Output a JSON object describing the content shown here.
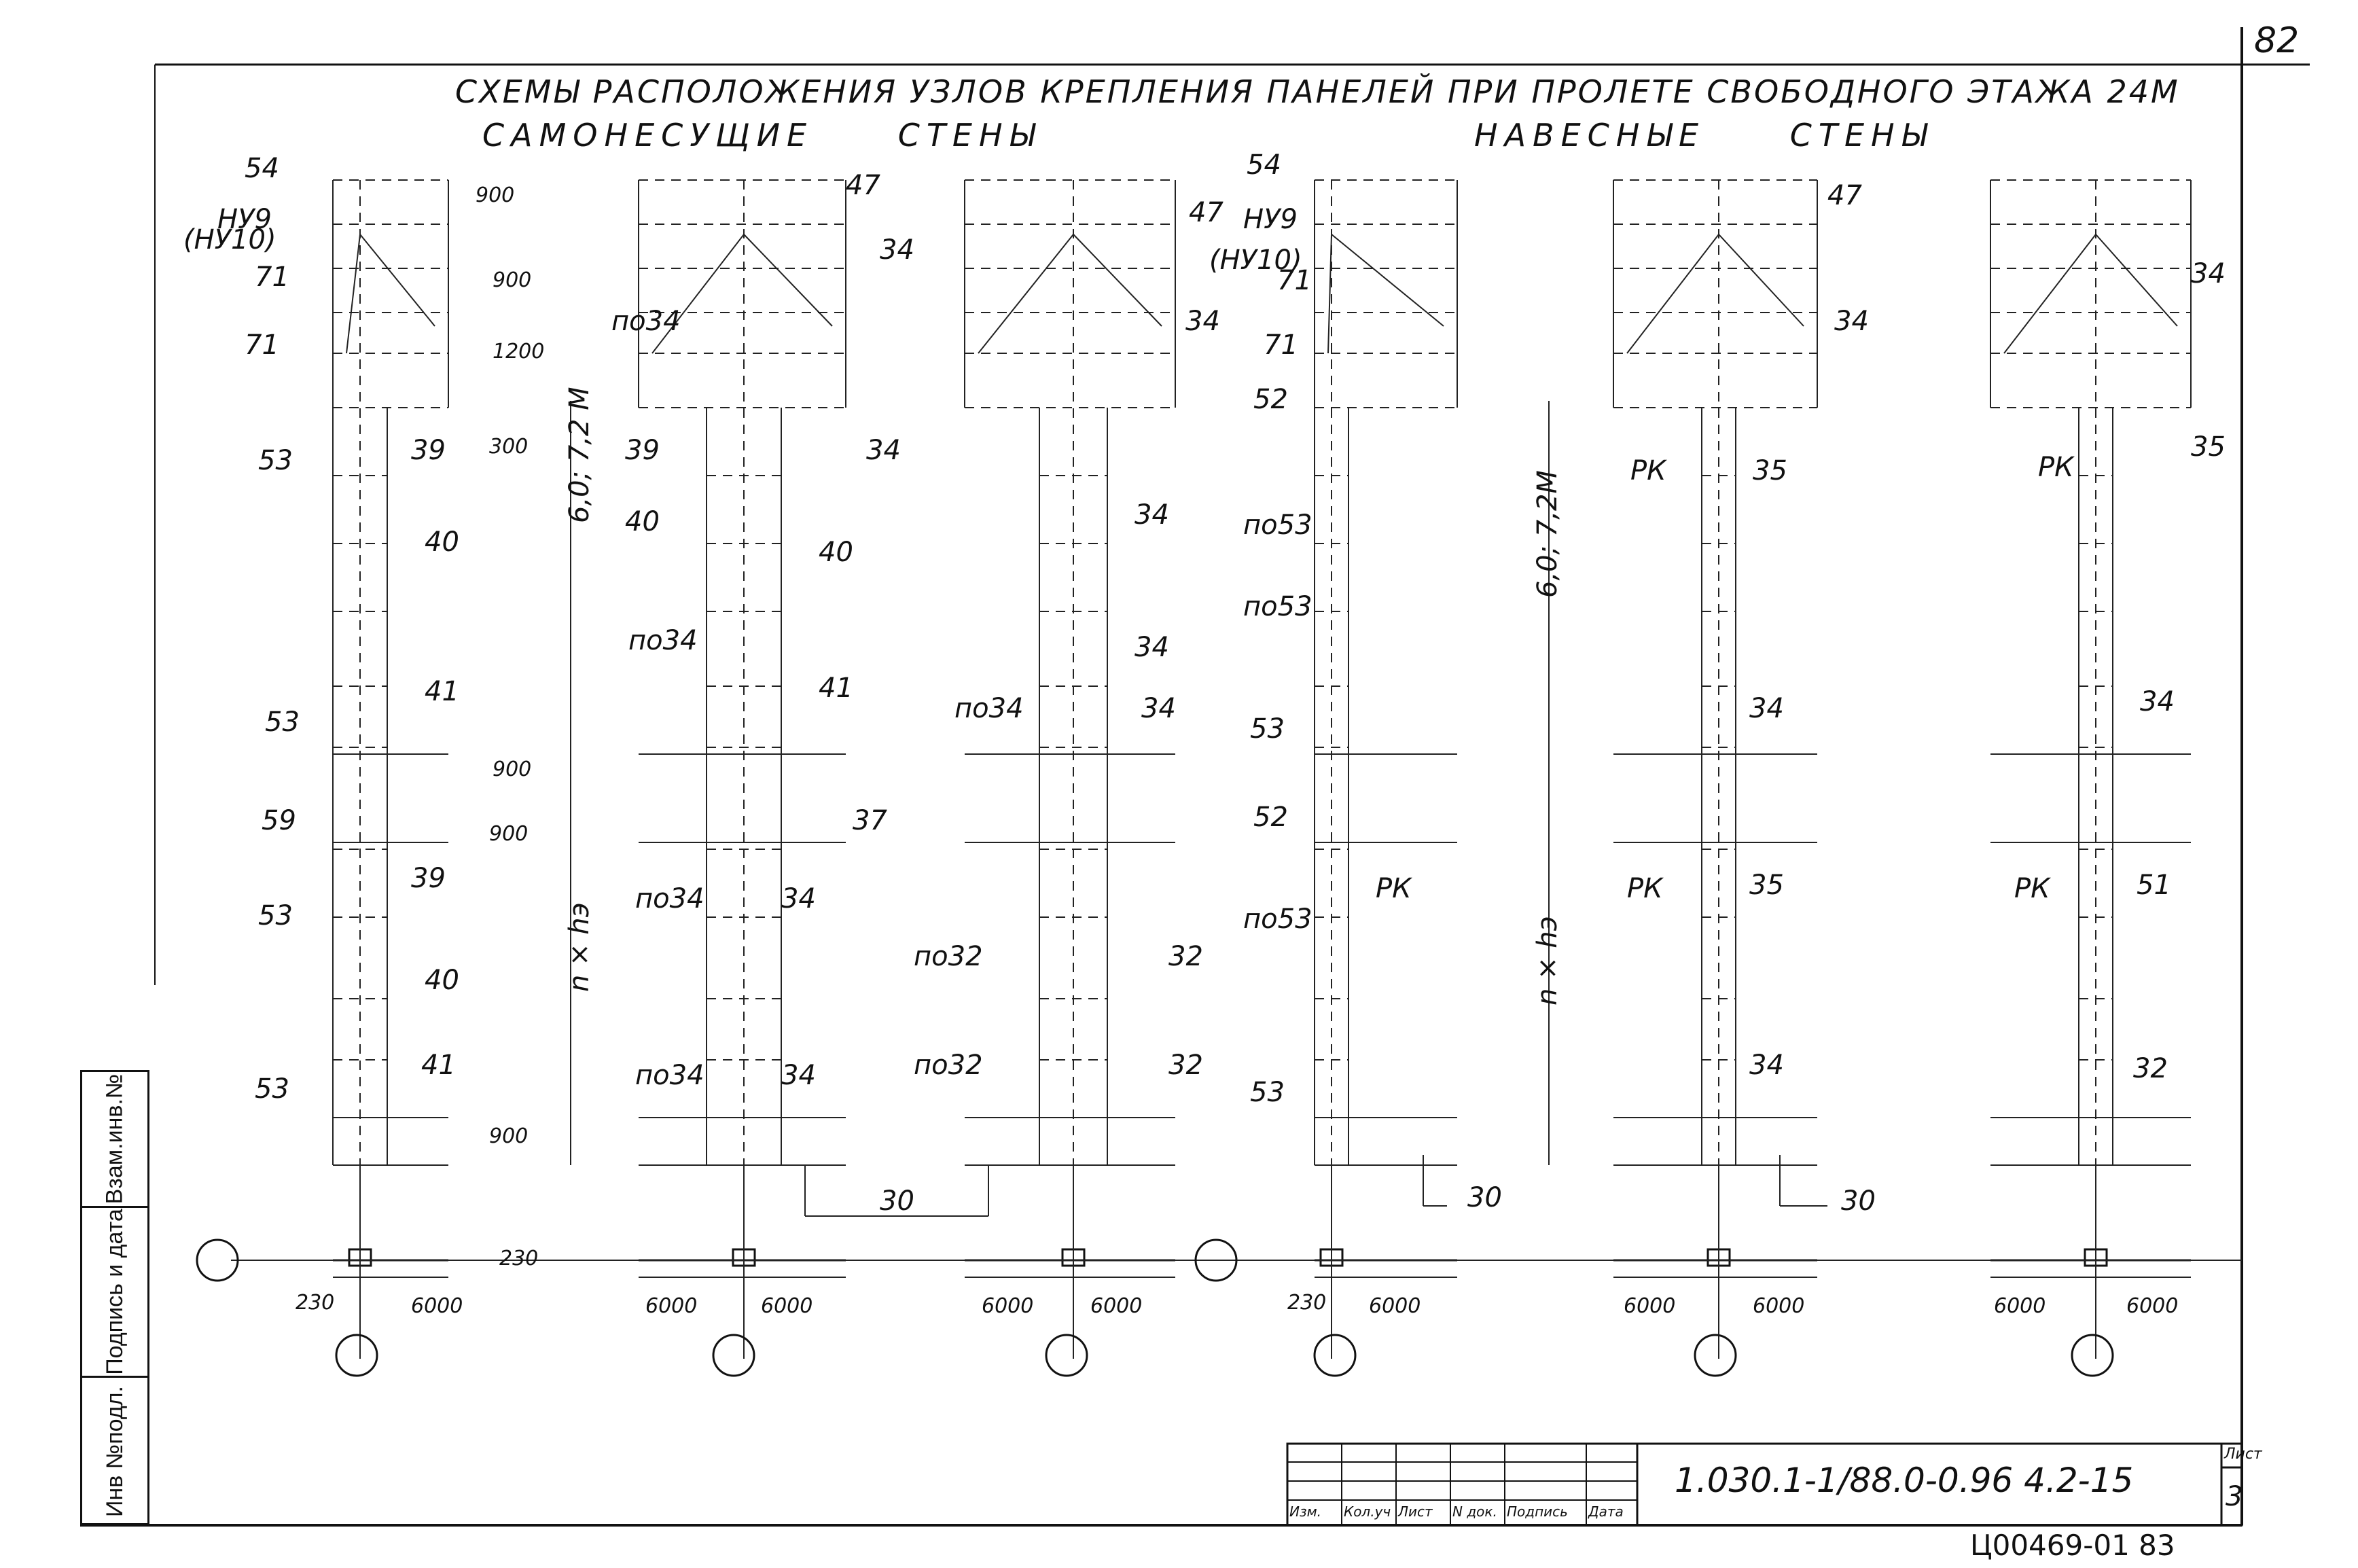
{
  "sheet": {
    "page_number": "82",
    "title": "СХЕМЫ РАСПОЛОЖЕНИЯ УЗЛОВ КРЕПЛЕНИЯ ПАНЕЛЕЙ ПРИ ПРОЛЕТЕ СВОБОДНОГО ЭТАЖА 24М",
    "subtitle_left": "САМОНЕСУЩИЕ СТЕНЫ",
    "subtitle_right": "НАВЕСНЫЕ СТЕНЫ"
  },
  "labels": {
    "nu9": "НУ9",
    "nu10": "(НУ10)",
    "n54": "54",
    "n71": "71",
    "n53": "53",
    "n59": "59",
    "n52": "52",
    "n47": "47",
    "n34": "34",
    "n39": "39",
    "n40": "40",
    "n41": "41",
    "n37": "37",
    "n30": "30",
    "n32": "32",
    "n35": "35",
    "n51": "51",
    "po34": "по34",
    "po32": "по32",
    "po53": "по53",
    "rk": "РК",
    "dim_900": "900",
    "dim_1200": "1200",
    "dim_300": "300",
    "dim_230": "230",
    "dim_6000": "6000",
    "dim_height_1": "6,0; 7,2 М",
    "dim_height_2": "6,0; 7,2М",
    "dim_nhe": "n × hэ"
  },
  "stamp": {
    "designation": "1.030.1-1/88.0-0.96 4.2-15",
    "sheet_label": "Лист",
    "sheet_value": "3",
    "columns": [
      "Изм.",
      "Кол.уч",
      "Лист",
      "N док.",
      "Подпись",
      "Дата"
    ]
  },
  "side_stamp": {
    "cells": [
      "Взам.инв.№",
      "Подпись и дата",
      "Инв №подл."
    ]
  },
  "footer": {
    "code": "Ц00469-01 83"
  }
}
